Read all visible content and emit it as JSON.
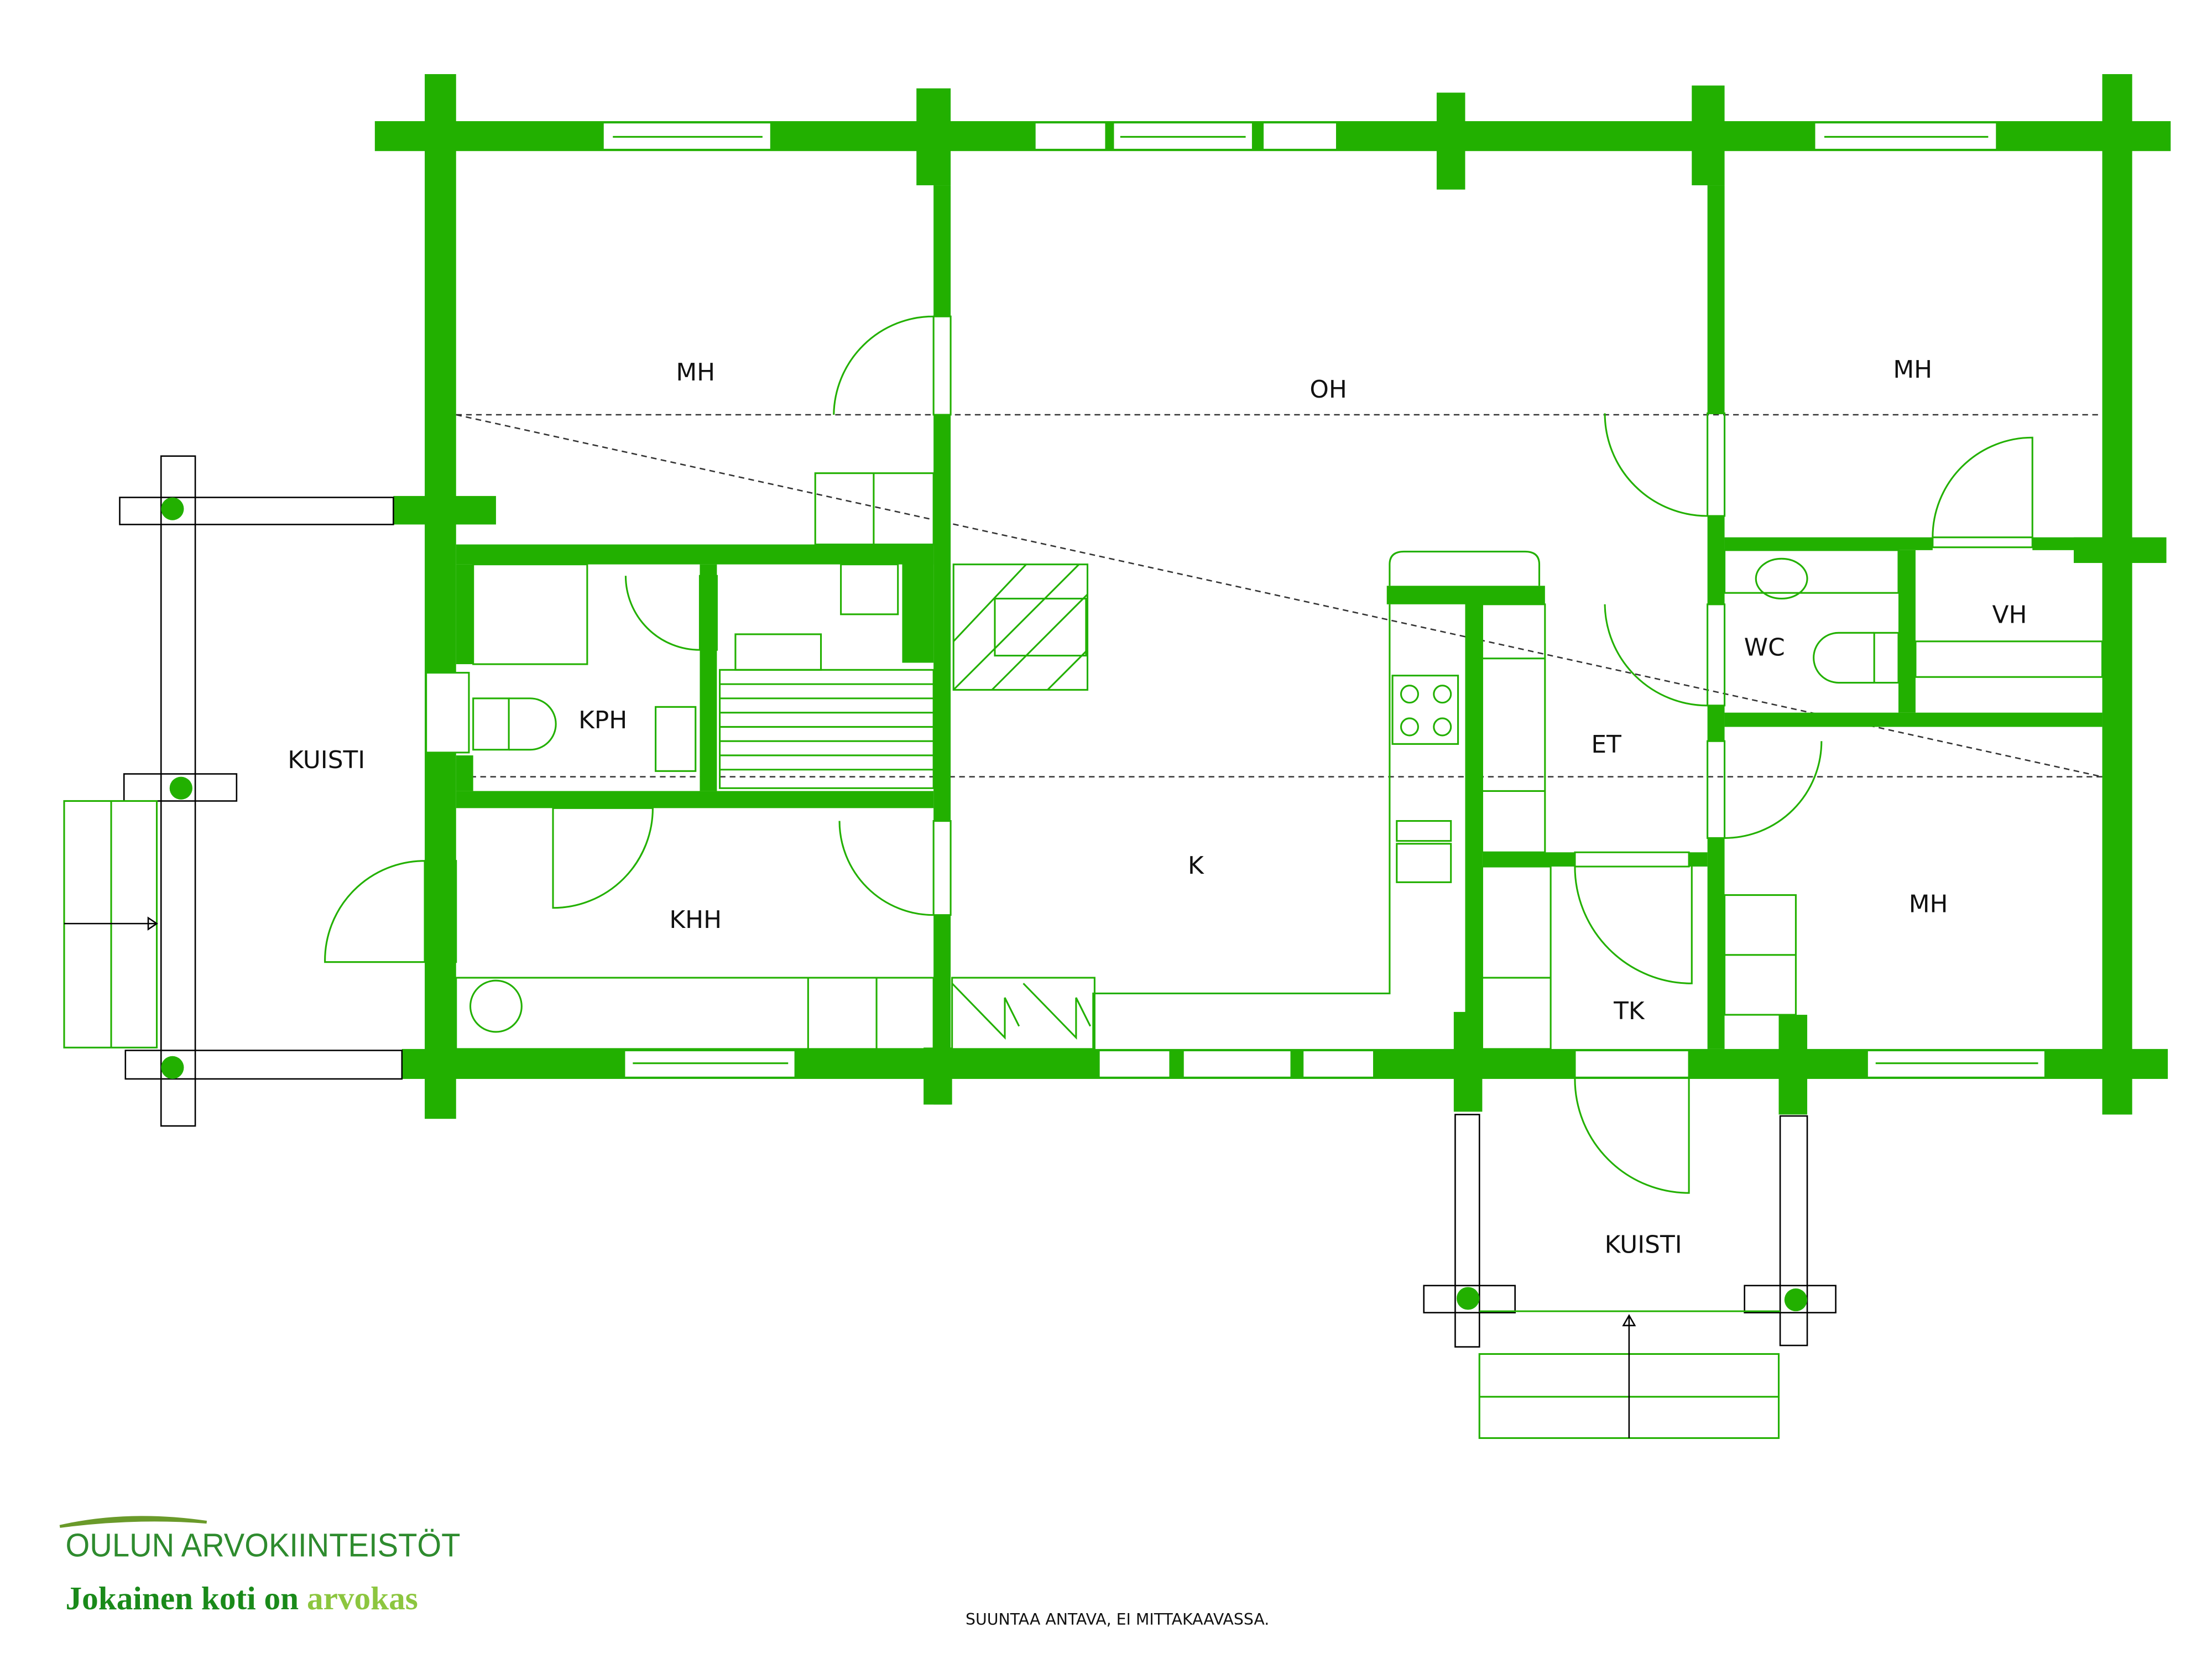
{
  "rooms": {
    "mh_left": "MH",
    "oh": "OH",
    "mh_right_top": "MH",
    "kuisti_left": "KUISTI",
    "kph": "KPH",
    "khh": "KHH",
    "k": "K",
    "wc": "WC",
    "vh": "VH",
    "et": "ET",
    "mh_right_bottom": "MH",
    "tk": "TK",
    "kuisti_bottom": "KUISTI"
  },
  "logo": {
    "company": "OULUN ARVOKIINTEISTÖT",
    "slogan_part1": "Jokainen koti on",
    "slogan_part2": "arvokas"
  },
  "note": "SUUNTAA ANTAVA, EI MITTAKAAVASSA.",
  "colors": {
    "wall": "#22b000",
    "logo_dark": "#1a8a1a",
    "logo_light": "#8cc63f"
  }
}
